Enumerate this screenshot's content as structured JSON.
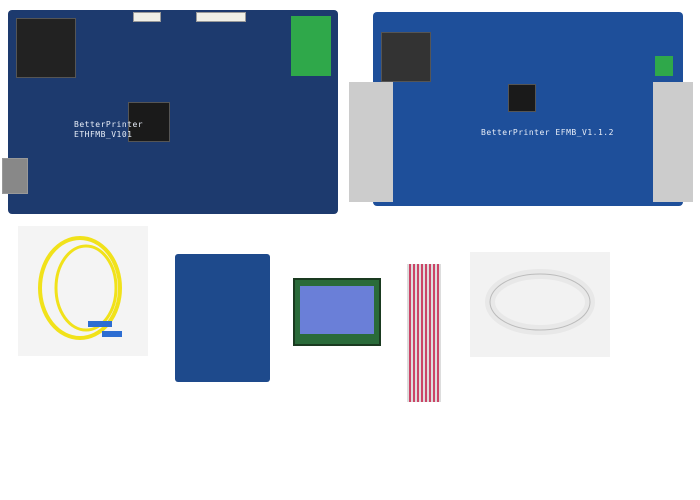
{
  "boards": [
    {
      "name": "main-board-1",
      "label1": "BetterPrinter",
      "label2": "ETHFMB_V101"
    },
    {
      "name": "main-board-2",
      "label": "BetterPrinter EFMB_V1.1.2"
    }
  ],
  "accessories": [
    "fiber-optic-cable",
    "adapter-board",
    "lcd-module",
    "ribbon-cable",
    "flat-flex-cable"
  ]
}
